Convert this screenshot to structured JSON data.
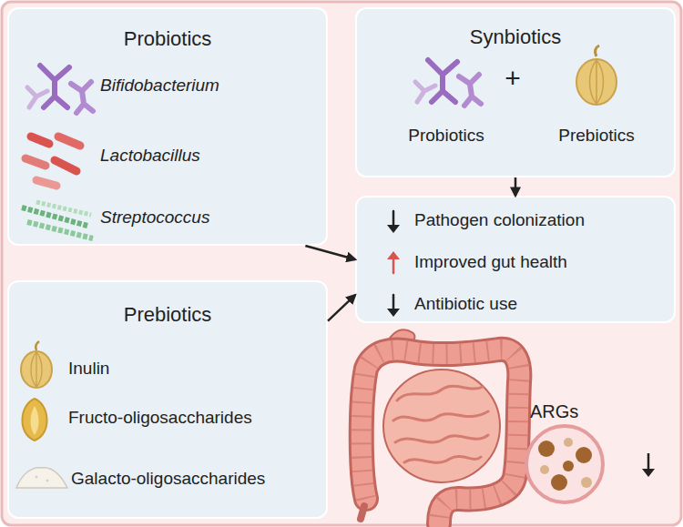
{
  "diagram": {
    "nodes": [
      {
        "text": [
          "Probiotics",
          "Bifidobacterium",
          "Lactobacillus",
          "Streptococcus"
        ]
      },
      {
        "text": [
          "Synbiotics",
          "Probiotics",
          "+",
          "Prebiotics"
        ]
      },
      {
        "text": [
          "Pathogen colonization",
          "Improved gut health",
          "Antibiotic use"
        ]
      },
      {
        "text": [
          "Prebiotics",
          "Inulin",
          "Fructo-oligosaccharides",
          "Galacto-oligosaccharides"
        ]
      }
    ],
    "edges": [
      {
        "from": 0,
        "to": 2,
        "arrow": "to"
      },
      {
        "from": 3,
        "to": 2,
        "arrow": "to"
      },
      {
        "from": 1,
        "to": 2,
        "arrow": "to"
      }
    ],
    "labels": [
      "ARGs"
    ]
  }
}
